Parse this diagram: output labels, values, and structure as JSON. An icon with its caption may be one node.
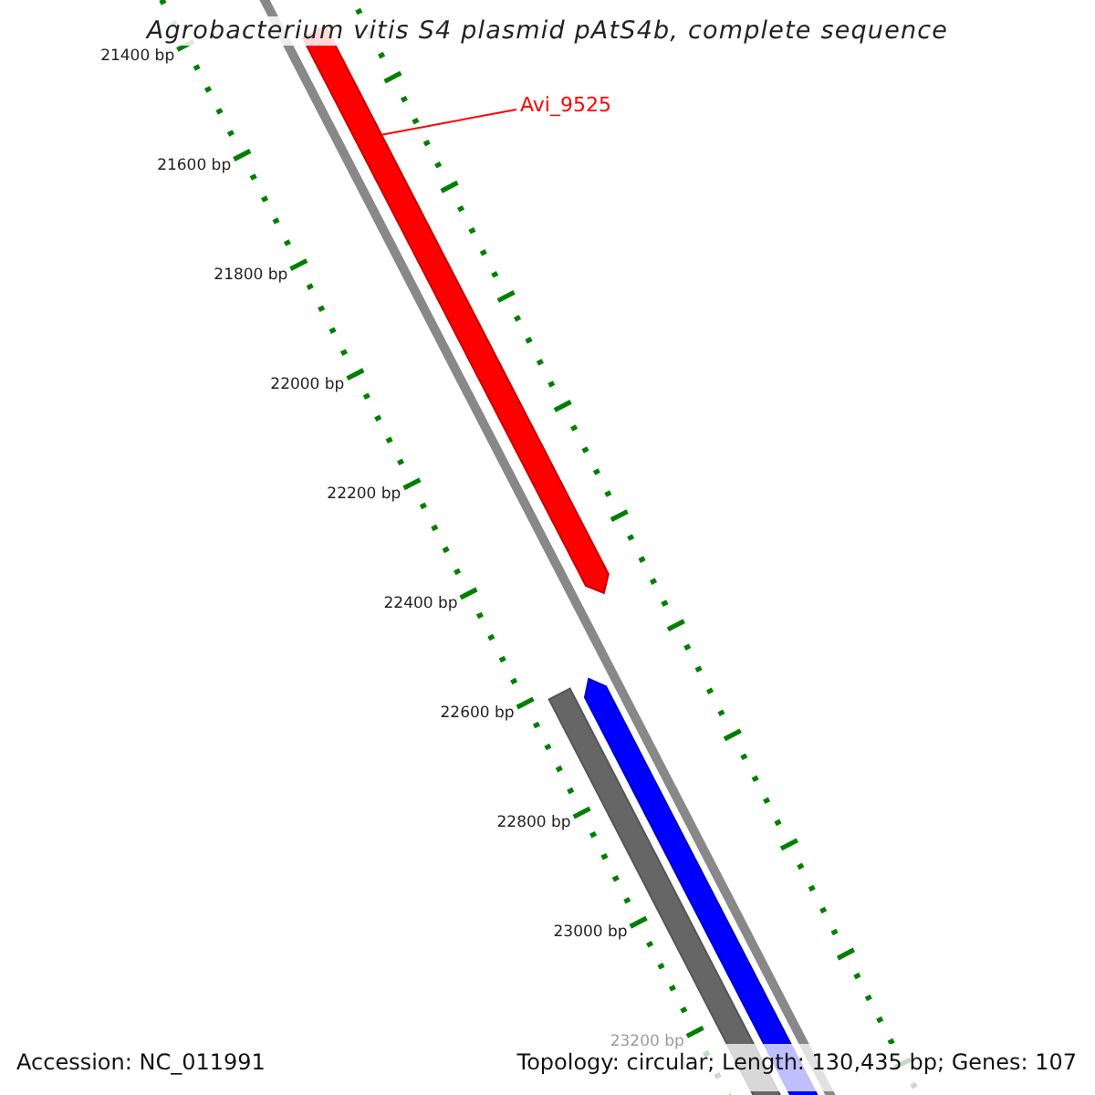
{
  "diagram": {
    "title": "Agrobacterium vitis S4 plasmid pAtS4b, complete sequence",
    "nodes": [
      {
        "text": [
          "Avi_9525"
        ]
      },
      {
        "text": [],
        "shape": "bar"
      }
    ],
    "edges": [
      {
        "from": 0,
        "to": 1,
        "arrow": "none"
      }
    ],
    "labels": [
      "21400 bp",
      "21600 bp",
      "21800 bp",
      "22000 bp",
      "22200 bp",
      "22400 bp",
      "22600 bp",
      "22800 bp",
      "23000 bp",
      "23200 bp",
      "Accession: NC_011991",
      "Topology: circular; Length: 130,435 bp; Genes: 107"
    ]
  }
}
